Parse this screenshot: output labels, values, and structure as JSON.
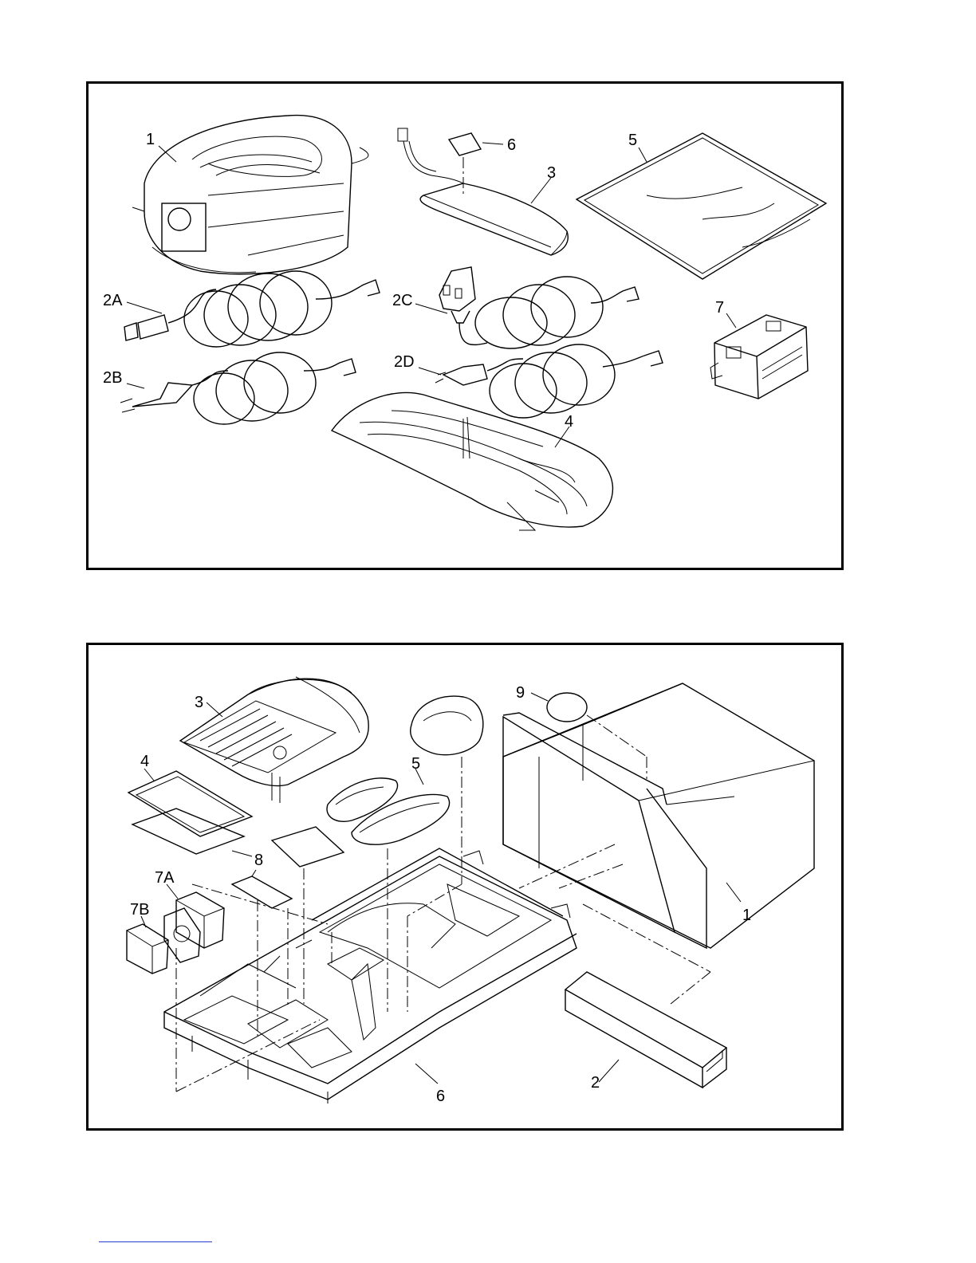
{
  "top_panel": {
    "callouts": {
      "c1": "1",
      "c2a": "2A",
      "c2b": "2B",
      "c2c": "2C",
      "c2d": "2D",
      "c3": "3",
      "c4": "4",
      "c5": "5",
      "c6": "6",
      "c7": "7"
    }
  },
  "bottom_panel": {
    "callouts": {
      "c1": "1",
      "c2": "2",
      "c3": "3",
      "c4": "4",
      "c5": "5",
      "c6": "6",
      "c7a": "7A",
      "c7b": "7B",
      "c8": "8",
      "c9": "9"
    }
  }
}
